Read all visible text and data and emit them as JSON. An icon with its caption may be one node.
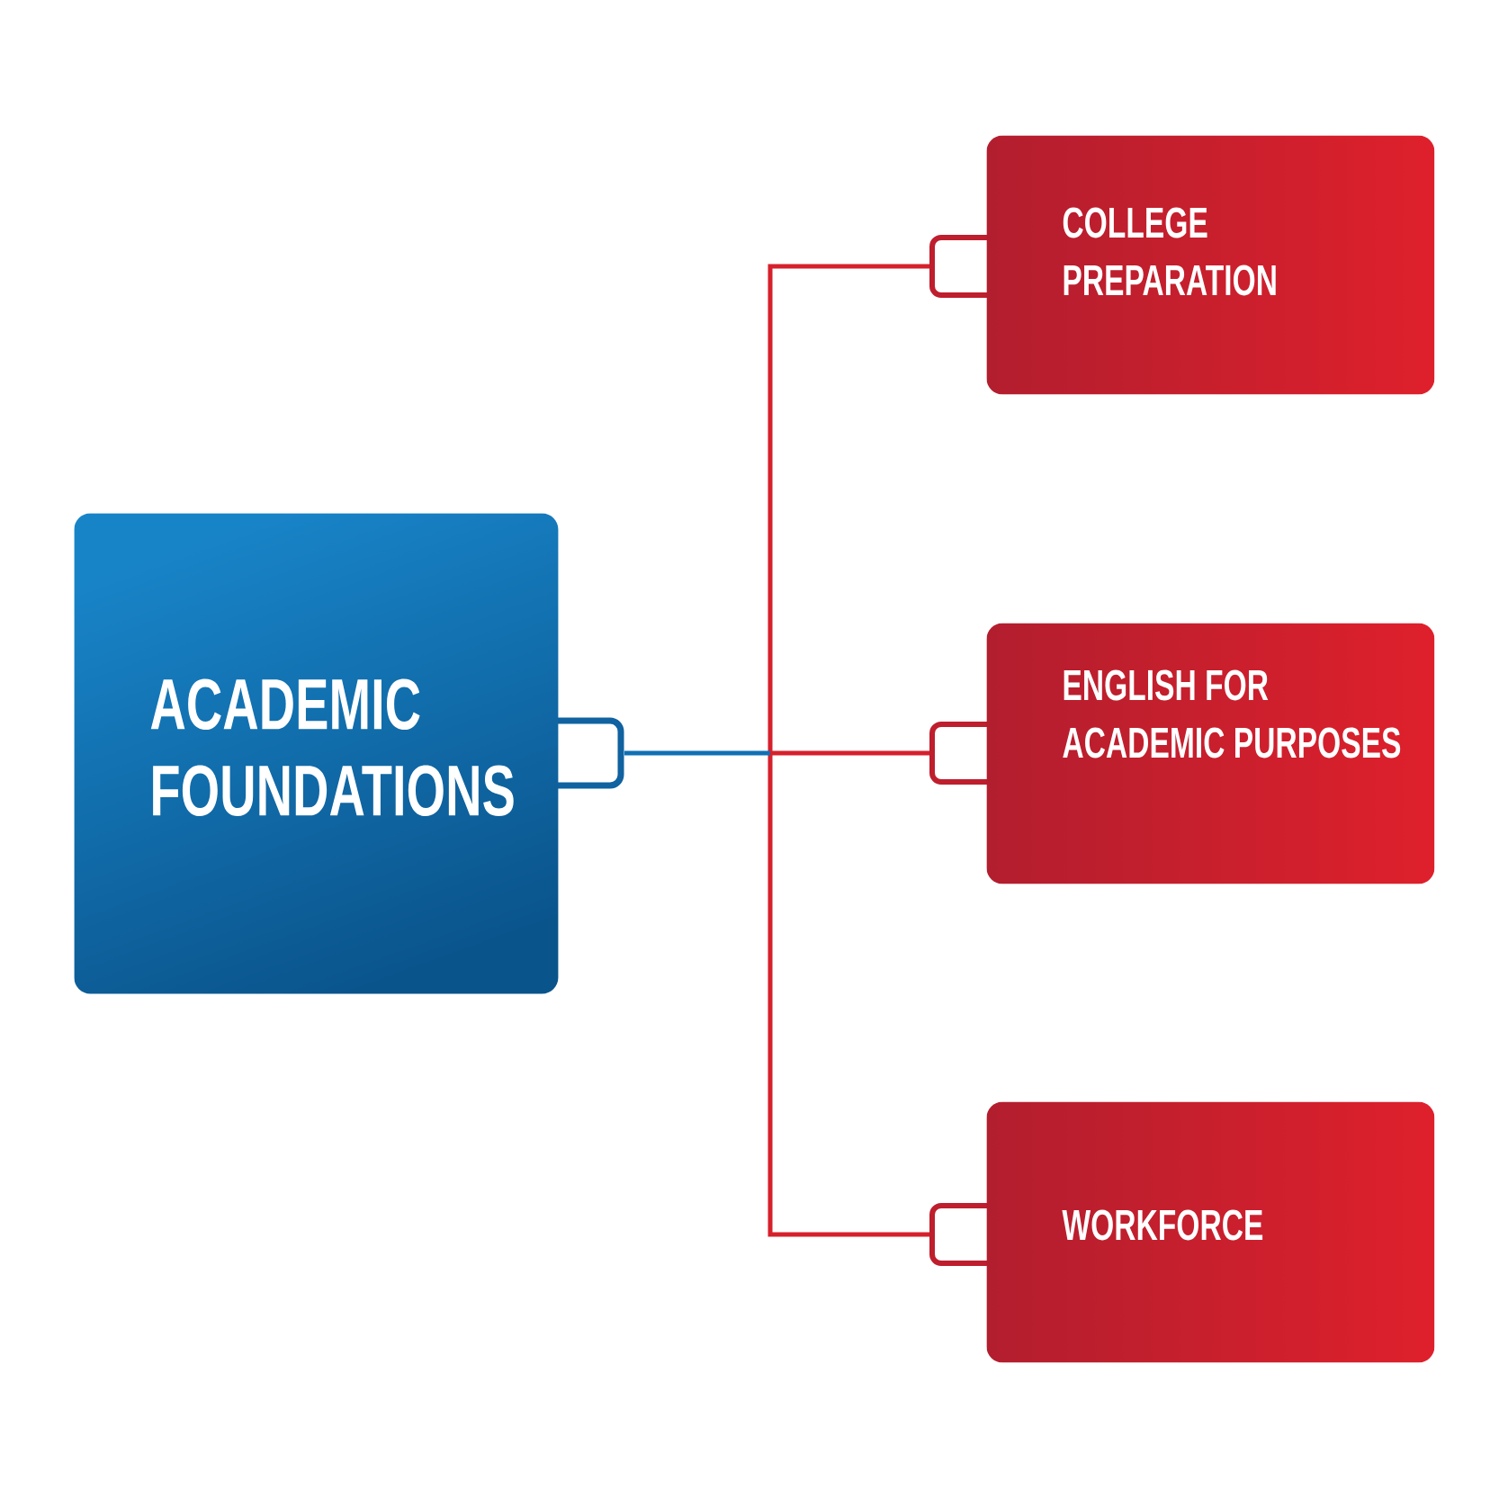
{
  "diagram": {
    "nodes": [
      {
        "text": [
          "ACADEMIC FOUNDATIONS"
        ]
      },
      {
        "text": [
          "COLLEGE PREPARATION"
        ]
      },
      {
        "text": [
          "ENGLISH FOR ACADEMIC PURPOSES"
        ]
      },
      {
        "text": [
          "WORKFORCE"
        ]
      }
    ],
    "edges": [
      {
        "from": 0,
        "to": 1,
        "arrow": "none"
      },
      {
        "from": 0,
        "to": 2,
        "arrow": "none"
      },
      {
        "from": 0,
        "to": 3,
        "arrow": "none"
      }
    ]
  }
}
